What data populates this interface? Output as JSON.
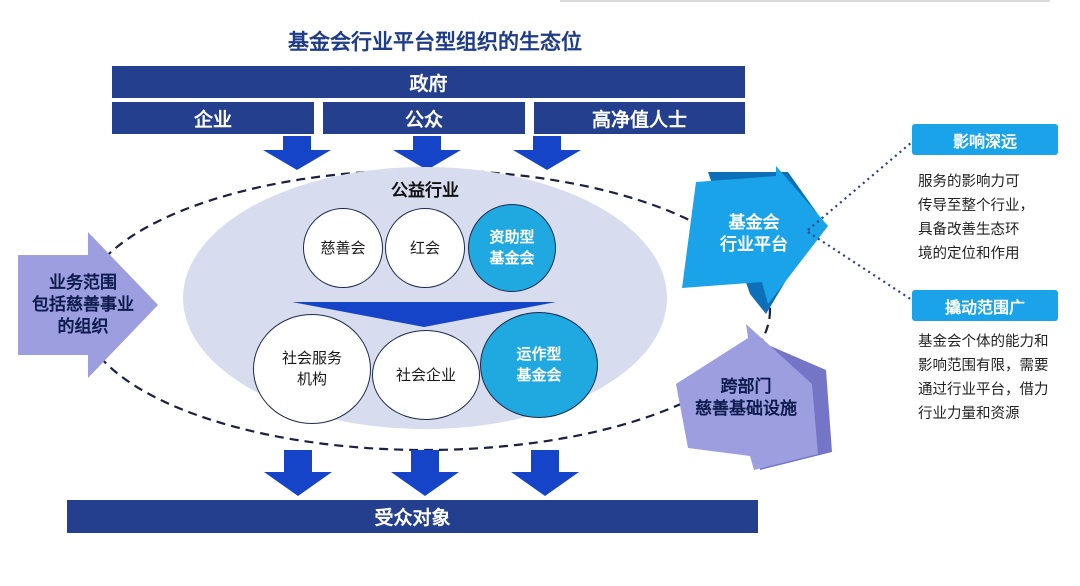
{
  "title": "基金会行业平台型组织的生态位",
  "government": "政府",
  "sources": [
    "企业",
    "公众",
    "高净值人士"
  ],
  "center": {
    "label": "公益行业",
    "row1": [
      "慈善会",
      "红会",
      "资助型\n基金会"
    ],
    "row2": [
      "社会服务\n机构",
      "社会企业",
      "运作型\n基金会"
    ]
  },
  "left_arrow": "业务范围\n包括慈善事业\n的组织",
  "platform_arrow": "基金会\n行业平台",
  "infra_arrow": "跨部门\n慈善基础设施",
  "beneficiary": "受众对象",
  "side": {
    "tag1": "影响深远",
    "note1": "服务的影响力可\n传导至整个行业，\n具备改善生态环\n境的定位和作用",
    "tag2": "撬动范围广",
    "note2": "基金会个体的能力和\n影响范围有限，需要\n通过行业平台，借力\n行业力量和资源"
  },
  "colors": {
    "navy": "#253f8f",
    "arrow_blue": "#1544c8",
    "ellipse_fill": "#d7dcef",
    "platform_blue": "#1aa3e8",
    "lavender": "#9c9ee0"
  }
}
